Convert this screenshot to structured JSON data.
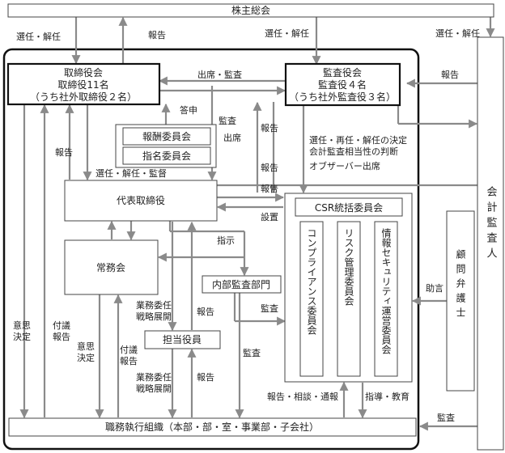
{
  "nodes": {
    "shareholders": "株主総会",
    "board_title": "取締役会",
    "board_count": "取締役11名",
    "board_outside": "（うち社外取締役２名）",
    "audit_title": "監査役会",
    "audit_count": "監査役４名",
    "audit_outside": "（うち社外監査役３名）",
    "comp_committee": "報酬委員会",
    "nom_committee": "指名委員会",
    "ceo": "代表取締役",
    "exec_committee": "常務会",
    "internal_audit": "内部監査部門",
    "officer": "担当役員",
    "exec_org": "職務執行組織（本部・部・室・事業部・子会社）",
    "csr": "CSR統括委員会",
    "compliance": "コンプライアンス委員会",
    "risk": "リスク管理委員会",
    "infosec": "情報セキュリティ運営委員会",
    "accountant": "会計監査人",
    "advisor": "顧問弁護士"
  },
  "labels": {
    "appoint_dismiss": "選任・解任",
    "report": "報告",
    "attend_audit": "出席・監査",
    "answer": "答申",
    "audit": "監査",
    "attend": "出席",
    "appoint_supervise": "選任・解任・監督",
    "decision1": "選任・再任・解任の決定",
    "decision2": "会計監査相当性の判断",
    "observer": "オブザーバー出席",
    "establish": "設置",
    "instruct": "指示",
    "advice": "助言",
    "entrust": "業務委任",
    "strategy": "戦略展開",
    "intent_decision": "意思決定",
    "refer_report": "付議報告",
    "report_consult": "報告・相談・通報",
    "guide_educate": "指導・教育"
  }
}
